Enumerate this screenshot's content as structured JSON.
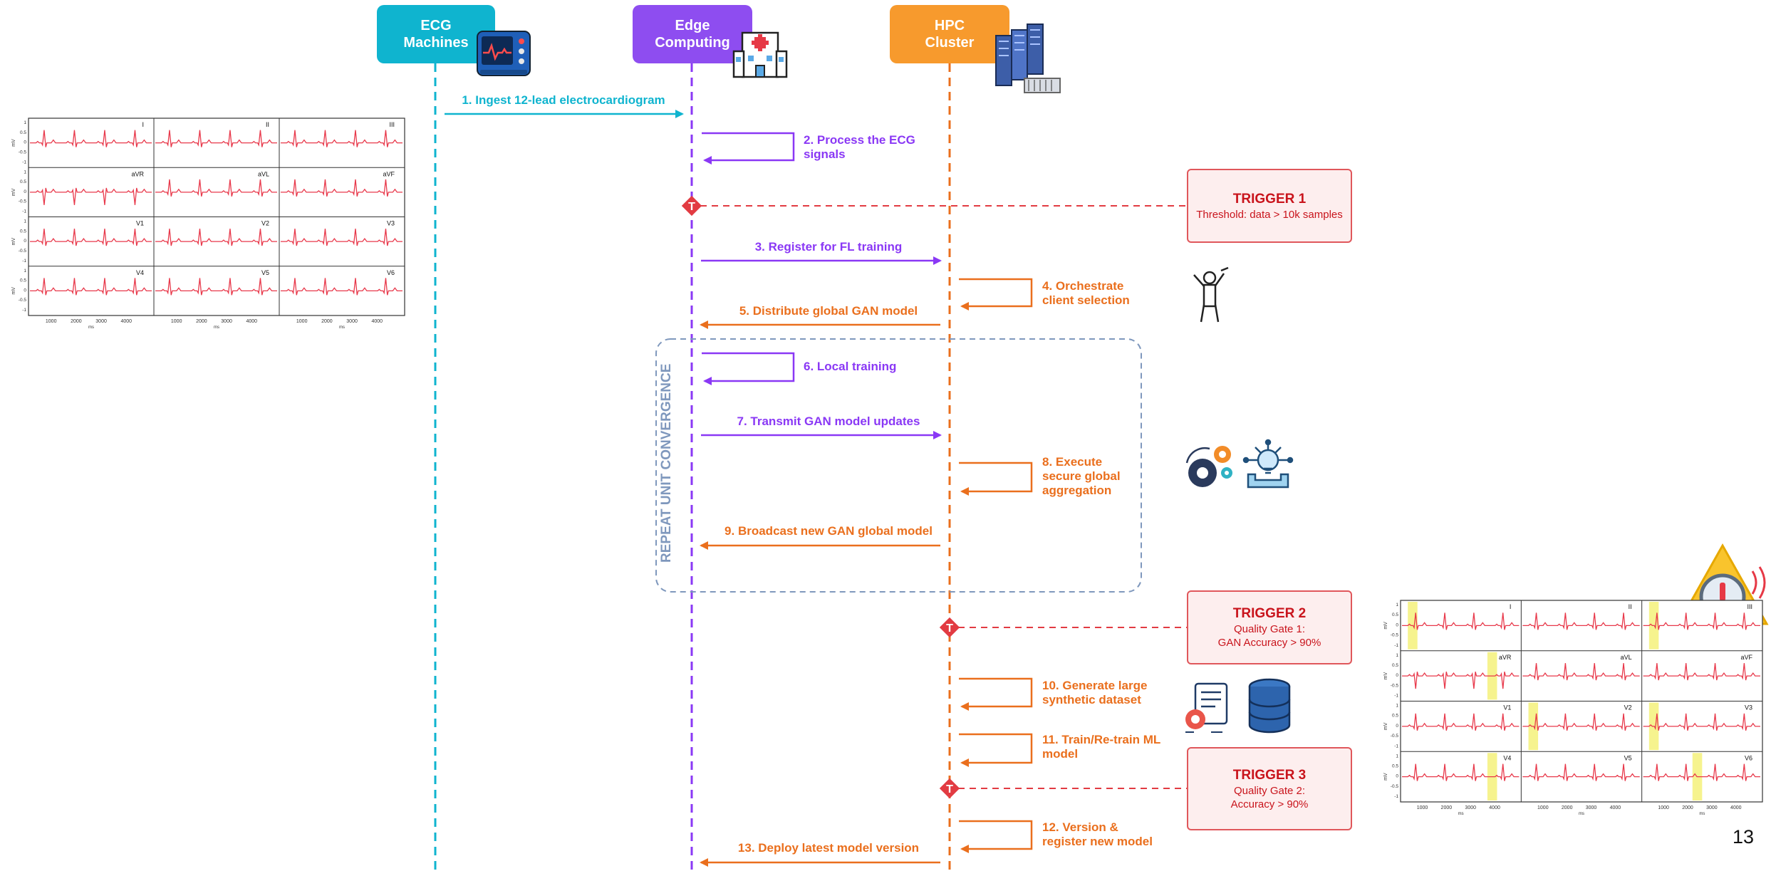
{
  "actors": {
    "ecg": {
      "line1": "ECG",
      "line2": "Machines",
      "color": "#0fb4cf",
      "icon": "ecg-monitor-icon"
    },
    "edge": {
      "line1": "Edge",
      "line2": "Computing",
      "color": "#8e4df0",
      "icon": "hospital-icon"
    },
    "hpc": {
      "line1": "HPC",
      "line2": "Cluster",
      "color": "#f79a2d",
      "icon": "server-rack-icon"
    }
  },
  "colors": {
    "ecg": "#0fb4cf",
    "edge": "#8a38f5",
    "hpc": "#ea6f1d",
    "trigger": "#e23b42",
    "loop": "#7f98bd"
  },
  "steps": [
    {
      "id": 1,
      "lines": [
        "1. Ingest 12-lead electrocardiogram"
      ]
    },
    {
      "id": 2,
      "lines": [
        "2. Process the ECG",
        "signals"
      ]
    },
    {
      "id": 3,
      "lines": [
        "3. Register for FL training"
      ]
    },
    {
      "id": 4,
      "lines": [
        "4. Orchestrate",
        "client selection"
      ]
    },
    {
      "id": 5,
      "lines": [
        "5. Distribute global GAN model"
      ]
    },
    {
      "id": 6,
      "lines": [
        "6. Local training"
      ]
    },
    {
      "id": 7,
      "lines": [
        "7. Transmit GAN model updates"
      ]
    },
    {
      "id": 8,
      "lines": [
        "8. Execute",
        "secure global",
        "aggregation"
      ]
    },
    {
      "id": 9,
      "lines": [
        "9. Broadcast new GAN global model"
      ]
    },
    {
      "id": 10,
      "lines": [
        "10. Generate large",
        "synthetic dataset"
      ]
    },
    {
      "id": 11,
      "lines": [
        "11. Train/Re-train ML",
        "model"
      ]
    },
    {
      "id": 12,
      "lines": [
        "12. Version &",
        "register new model"
      ]
    },
    {
      "id": 13,
      "lines": [
        "13. Deploy latest model version"
      ]
    }
  ],
  "loop_label": "REPEAT UNIT CONVERGENCE",
  "trigger_marker": "T",
  "triggers": [
    {
      "title": "TRIGGER 1",
      "lines": [
        "Threshold: data > 10k samples"
      ]
    },
    {
      "title": "TRIGGER 2",
      "lines": [
        "Quality Gate 1:",
        "GAN Accuracy > 90%"
      ]
    },
    {
      "title": "TRIGGER 3",
      "lines": [
        "Quality Gate 2:",
        "Accuracy > 90%"
      ]
    }
  ],
  "ecg_plot": {
    "ylabel": "mV",
    "yticks": [
      "1",
      "0.5",
      "0",
      "-0.5",
      "-1"
    ],
    "xticks": [
      "1000",
      "2000",
      "3000",
      "4000"
    ],
    "xlabel": "ms",
    "leads": [
      [
        "I",
        "II",
        "III"
      ],
      [
        "aVR",
        "aVL",
        "aVF"
      ],
      [
        "V1",
        "V2",
        "V3"
      ],
      [
        "V4",
        "V5",
        "V6"
      ]
    ],
    "highlight_color": "#f5f17a"
  },
  "side_icons": [
    "conductor-icon",
    "gears-icon",
    "ai-brain-icon",
    "document-gear-icon",
    "database-icon",
    "warning-magnifier-icon"
  ],
  "page_number": "13"
}
